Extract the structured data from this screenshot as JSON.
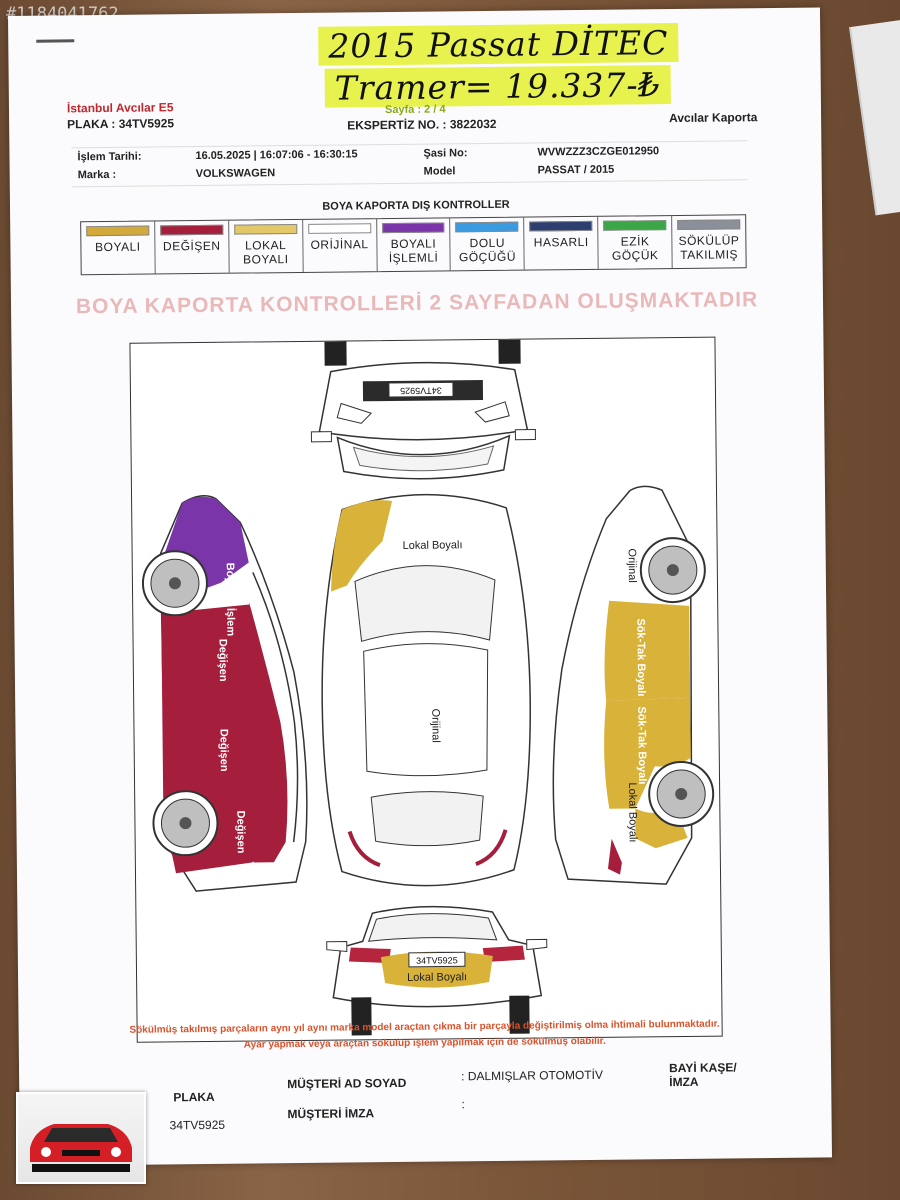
{
  "listing_id": "#1184041762",
  "handwriting": {
    "line1": "2015 Passat DİTEC",
    "line2": "Tramer= 19.337-₺"
  },
  "header": {
    "company": "İstanbul Avcılar E5",
    "plate_label": "PLAKA : 34TV5925",
    "page": "Sayfa : 2 / 4",
    "report_no": "EKSPERTİZ NO. : 3822032",
    "branch": "Avcılar Kaporta"
  },
  "info": {
    "date_label": "İşlem Tarihi:",
    "date_value": "16.05.2025 | 16:07:06 - 16:30:15",
    "chassis_label": "Şasi No:",
    "chassis_value": "WVWZZZ3CZGE012950",
    "brand_label": "Marka :",
    "brand_value": "VOLKSWAGEN",
    "model_label": "Model",
    "model_value": "PASSAT / 2015"
  },
  "legend_title": "BOYA KAPORTA DIŞ KONTROLLER",
  "legend": [
    {
      "l1": "BOYALI",
      "l2": "",
      "color": "#d2a93a"
    },
    {
      "l1": "DEĞİŞEN",
      "l2": "",
      "color": "#a51f3c"
    },
    {
      "l1": "LOKAL",
      "l2": "BOYALI",
      "color": "#e2c868"
    },
    {
      "l1": "ORİJİNAL",
      "l2": "",
      "color": "#ffffff"
    },
    {
      "l1": "BOYALI",
      "l2": "İŞLEMLİ",
      "color": "#7a35a8"
    },
    {
      "l1": "DOLU",
      "l2": "GÖÇÜĞÜ",
      "color": "#3b9be0"
    },
    {
      "l1": "HASARLI",
      "l2": "",
      "color": "#2c3f70"
    },
    {
      "l1": "EZİK",
      "l2": "GÖÇÜK",
      "color": "#3aa645"
    },
    {
      "l1": "SÖKÜLÜP",
      "l2": "TAKILMIŞ",
      "color": "#8a8f99"
    }
  ],
  "banner": "BOYA KAPORTA KONTROLLERİ 2 SAYFADAN OLUŞMAKTADIR",
  "diagram": {
    "front_plate": "34TV5925",
    "rear_plate": "34TV5925",
    "roof_label": "Lokal Boyalı",
    "center_label": "Orijinal",
    "left_labels": [
      "Boya ve İşlem",
      "Değişen",
      "Değişen",
      "Değişen"
    ],
    "right_labels": [
      "Orijinal",
      "Sök-Tak Boyalı",
      "Sök-Tak Boyalı",
      "Lokal Boyalı"
    ],
    "rear_label": "Lokal Boyalı"
  },
  "footer": {
    "note1": "Sökülmüş takılmış parçaların aynı yıl aynı marka model araçtan çıkma bir parçayla değiştirilmiş olma ihtimali bulunmaktadır.",
    "note2": "Ayar yapmak veya araçtan sökülüp işlem yapılmak için de sökülmüş olabilir.",
    "plate_title": "PLAKA",
    "plate_value": "34TV5925",
    "customer_label": "MÜŞTERİ AD SOYAD",
    "customer_value": ": DALMIŞLAR OTOMOTİV",
    "signature_label": "MÜŞTERİ İMZA",
    "signature_value": ":",
    "dealer_label": "BAYİ KAŞE/İMZA"
  },
  "colors": {
    "painted": "#d9b23a",
    "replaced": "#a51f3c",
    "processed": "#7a35a8"
  }
}
